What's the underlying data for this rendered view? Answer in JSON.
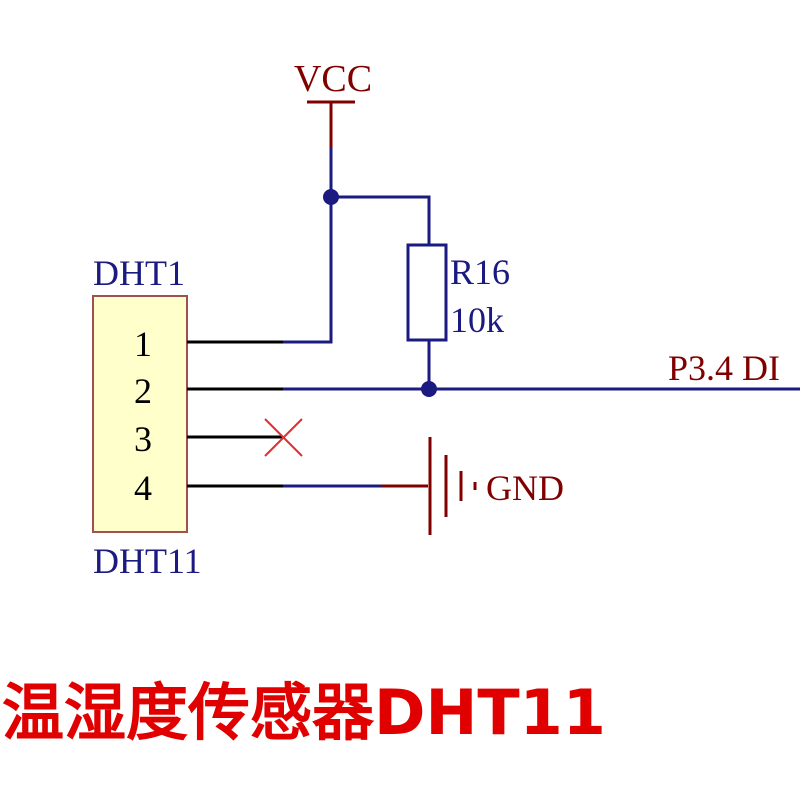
{
  "schematic": {
    "power": {
      "label": "VCC"
    },
    "component": {
      "designator": "DHT1",
      "part": "DHT11",
      "pins": [
        "1",
        "2",
        "3",
        "4"
      ],
      "body_color": "#FFFFCC"
    },
    "resistor": {
      "designator": "R16",
      "value": "10k"
    },
    "net_label": "P3.4 DI",
    "ground_label": "GND",
    "colors": {
      "wire": "#1A1A80",
      "pin_line": "#000000",
      "part_label": "#1A1A80",
      "power_symbol": "#800000",
      "no_connect": "#E03030"
    }
  },
  "caption": {
    "text": "温湿度传感器DHT11",
    "color": "#E00000"
  }
}
